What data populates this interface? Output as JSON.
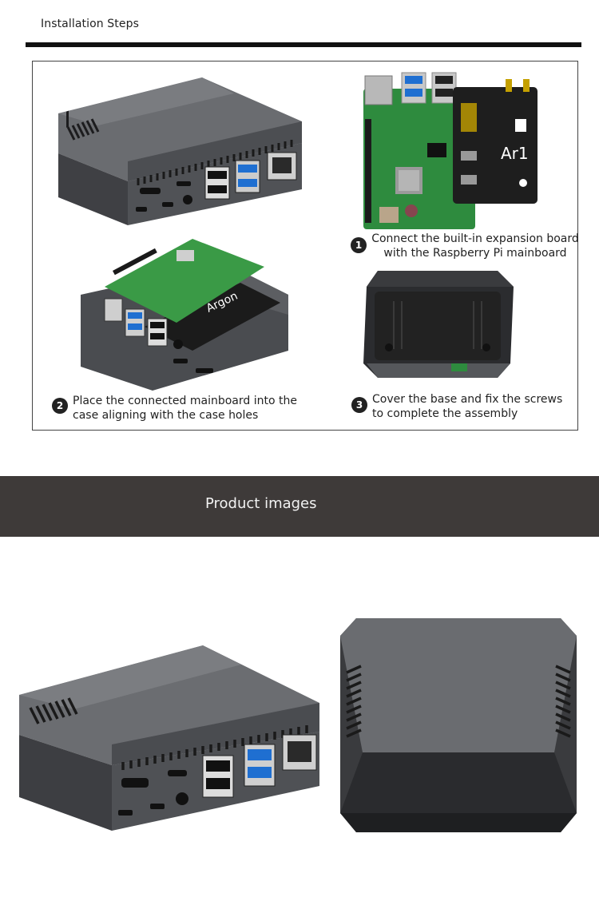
{
  "installation": {
    "title": "Installation Steps",
    "steps": [
      {
        "num": "1",
        "text_line1": "Connect the built-in expansion board",
        "text_line2": "with the Raspberry Pi mainboard"
      },
      {
        "num": "2",
        "text_line1": "Place the connected mainboard into the",
        "text_line2": "case aligning with the case holes"
      },
      {
        "num": "3",
        "text_line1": "Cover the base and fix the screws",
        "text_line2": "to complete the assembly"
      }
    ],
    "board_label": "Ar1",
    "case_brand": "Argon"
  },
  "product": {
    "band_title": "Product images"
  },
  "colors": {
    "band": "#3e3a39",
    "case_dark": "#3a3b3e",
    "case_mid": "#55575b",
    "pcb_green": "#2e8b3e",
    "usb_blue": "#1f6fd1"
  }
}
